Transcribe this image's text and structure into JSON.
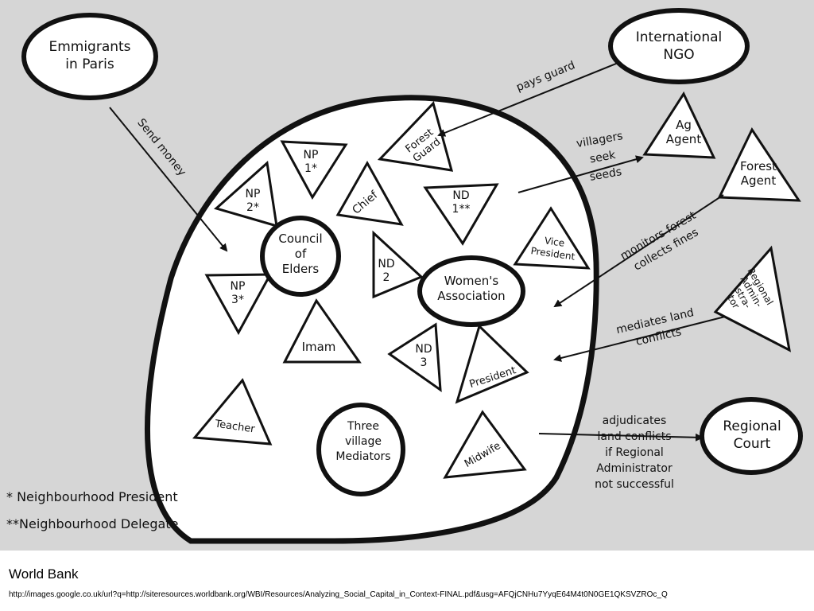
{
  "diagram": {
    "outside": {
      "emigrants": "Emmigrants\nin Paris",
      "ngo": "International\nNGO",
      "ag_agent": "Ag\nAgent",
      "forest_agent": "Forest\nAgent",
      "regional_admin": "Regional\nAdmin-\nistra-\ntor",
      "regional_court": "Regional\nCourt"
    },
    "inside": {
      "forest_guard": "Forest\nGuard",
      "np1": "NP\n1*",
      "np2": "NP\n2*",
      "np3": "NP\n3*",
      "chief": "Chief",
      "council": "Council\nof\nElders",
      "imam": "Imam",
      "nd1": "ND\n1**",
      "nd2": "ND\n2",
      "nd3": "ND\n3",
      "vice_president": "Vice\nPresident",
      "womens_association": "Women's\nAssociation",
      "president": "President",
      "teacher": "Teacher",
      "mediators": "Three\nvillage\nMediators",
      "midwife": "Midwife"
    },
    "arrows": {
      "send_money": "Send money",
      "pays_guard": "pays guard",
      "villagers_seek_seeds": "villagers\nseek\nseeds",
      "monitors_forest": "monitors forest\ncollects fines",
      "mediates_land": "mediates land\nconflicts",
      "adjudicates": "adjudicates\nland conflicts\nif Regional\nAdministrator\nnot successful"
    },
    "legend": {
      "np_note": "* Neighbourhood President",
      "nd_note": "**Neighbourhood Delegate"
    }
  },
  "caption": {
    "title": "World Bank",
    "url": "http://images.google.co.uk/url?q=http://siteresources.worldbank.org/WBI/Resources/Analyzing_Social_Capital_in_Context-FINAL.pdf&usg=AFQjCNHu7YyqE64M4t0N0GE1QKSVZROc_Q"
  }
}
